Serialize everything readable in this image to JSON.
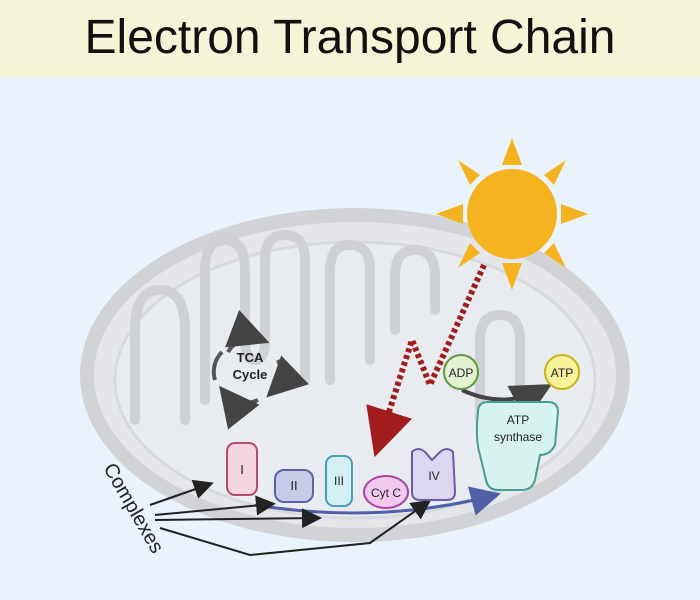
{
  "title": "Electron Transport Chain",
  "tca": {
    "line1": "TCA",
    "line2": "Cycle"
  },
  "complexes": {
    "c1": "I",
    "c2": "II",
    "c3": "III",
    "cytc": "Cyt C",
    "c4": "IV"
  },
  "atp_synthase": {
    "line1": "ATP",
    "line2": "synthase"
  },
  "adp": "ADP",
  "atp": "ATP",
  "complexes_label": "Complexes",
  "icons": [
    "sun-icon"
  ],
  "colors": {
    "banner": "#f6f4d6",
    "background": "#eaf2fb",
    "sun": "#f5b320",
    "mito_outer": "#d9d9d9",
    "dashed_red": "#a11c1c",
    "flow_blue": "#4f5fa8"
  }
}
